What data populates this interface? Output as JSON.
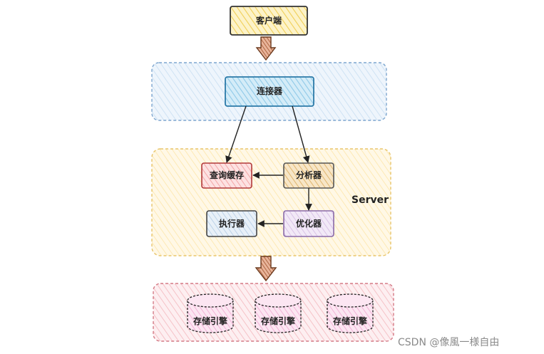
{
  "nodes": {
    "client": "客户端",
    "connector": "连接器",
    "query_cache": "查询缓存",
    "analyzer": "分析器",
    "executor": "执行器",
    "optimizer": "优化器"
  },
  "server_label": "Server",
  "storage_engines": [
    "存储引擎",
    "存储引擎",
    "存储引擎"
  ],
  "watermark": "CSDN @像風一様自由",
  "colors": {
    "client": "#f7dc6f",
    "connection_layer": "#cfe2f3",
    "connector": "#8fc9e8",
    "server_layer": "#fde9b5",
    "query_cache": "#f3a6a6",
    "analyzer": "#e8c58a",
    "executor": "#bcd2e8",
    "optimizer": "#d9c2e6",
    "storage_layer": "#f5c2c7",
    "storage_engine": "#f2b3d7",
    "big_arrow": "#a0522d"
  }
}
